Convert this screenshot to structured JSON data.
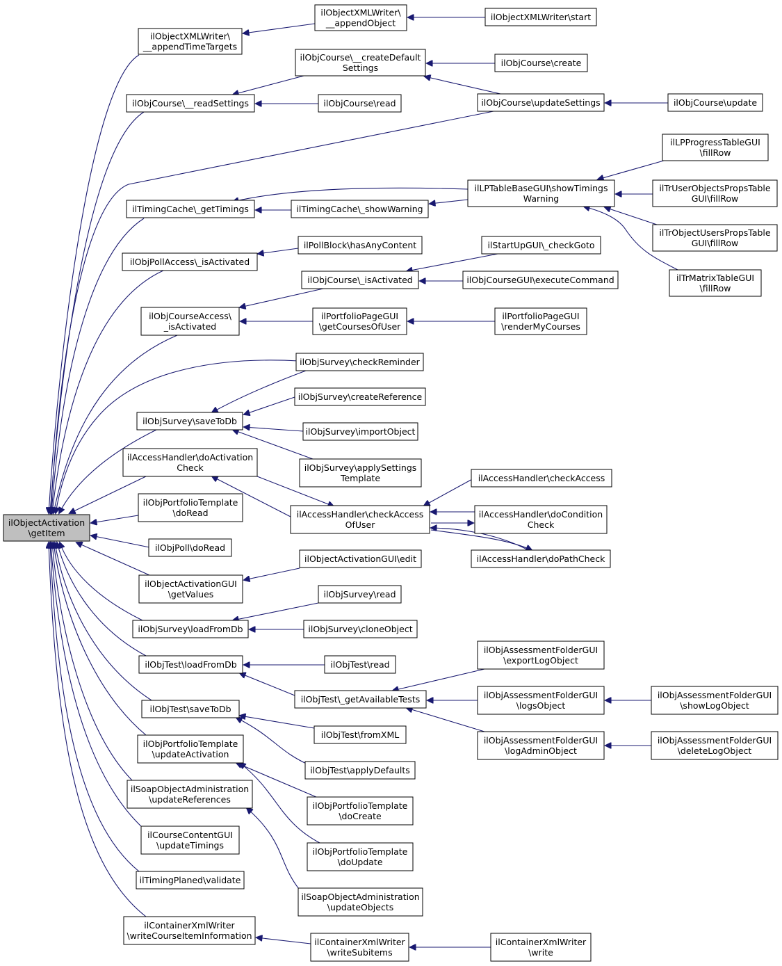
{
  "diagram": {
    "type": "call-graph",
    "colors": {
      "edge": "#191970",
      "root_fill": "#bfbfbf",
      "node_fill": "#ffffff",
      "border": "#000000"
    },
    "nodes": [
      {
        "id": "root",
        "lines": [
          "ilObjectActivation",
          "\\getItem"
        ]
      },
      {
        "id": "n_appendTimeTargets",
        "lines": [
          "ilObjectXMLWriter\\",
          "__appendTimeTargets"
        ]
      },
      {
        "id": "n_appendObject",
        "lines": [
          "ilObjectXMLWriter\\",
          "__appendObject"
        ]
      },
      {
        "id": "n_xmlwriterStart",
        "lines": [
          "ilObjectXMLWriter\\start"
        ]
      },
      {
        "id": "n_createDefaultSettings",
        "lines": [
          "ilObjCourse\\__createDefault",
          "Settings"
        ]
      },
      {
        "id": "n_courseCreate",
        "lines": [
          "ilObjCourse\\create"
        ]
      },
      {
        "id": "n_readSettings",
        "lines": [
          "ilObjCourse\\__readSettings"
        ]
      },
      {
        "id": "n_courseRead",
        "lines": [
          "ilObjCourse\\read"
        ]
      },
      {
        "id": "n_updateSettings",
        "lines": [
          "ilObjCourse\\updateSettings"
        ]
      },
      {
        "id": "n_courseUpdate",
        "lines": [
          "ilObjCourse\\update"
        ]
      },
      {
        "id": "n_lpProgress",
        "lines": [
          "ilLPProgressTableGUI",
          "\\fillRow"
        ]
      },
      {
        "id": "n_showTimingsWarning",
        "lines": [
          "ilLPTableBaseGUI\\showTimings",
          "Warning"
        ]
      },
      {
        "id": "n_trUserObjects",
        "lines": [
          "ilTrUserObjectsPropsTable",
          "GUI\\fillRow"
        ]
      },
      {
        "id": "n_getTimings",
        "lines": [
          "ilTimingCache\\_getTimings"
        ]
      },
      {
        "id": "n_showWarning",
        "lines": [
          "ilTimingCache\\_showWarning"
        ]
      },
      {
        "id": "n_trObjectUsers",
        "lines": [
          "ilTrObjectUsersPropsTable",
          "GUI\\fillRow"
        ]
      },
      {
        "id": "n_pollHasContent",
        "lines": [
          "ilPollBlock\\hasAnyContent"
        ]
      },
      {
        "id": "n_checkGoto",
        "lines": [
          "ilStartUpGUI\\_checkGoto"
        ]
      },
      {
        "id": "n_pollAccessIsActivated",
        "lines": [
          "ilObjPollAccess\\_isActivated"
        ]
      },
      {
        "id": "n_trMatrix",
        "lines": [
          "ilTrMatrixTableGUI",
          "\\fillRow"
        ]
      },
      {
        "id": "n_courseIsActivated",
        "lines": [
          "ilObjCourse\\_isActivated"
        ]
      },
      {
        "id": "n_courseGuiExecute",
        "lines": [
          "ilObjCourseGUI\\executeCommand"
        ]
      },
      {
        "id": "n_courseAccessIsActivated",
        "lines": [
          "ilObjCourseAccess\\",
          "_isActivated"
        ]
      },
      {
        "id": "n_portfolioGetCourses",
        "lines": [
          "ilPortfolioPageGUI",
          "\\getCoursesOfUser"
        ]
      },
      {
        "id": "n_portfolioRenderCourses",
        "lines": [
          "ilPortfolioPageGUI",
          "\\renderMyCourses"
        ]
      },
      {
        "id": "n_surveyCheckReminder",
        "lines": [
          "ilObjSurvey\\checkReminder"
        ]
      },
      {
        "id": "n_surveyCreateReference",
        "lines": [
          "ilObjSurvey\\createReference"
        ]
      },
      {
        "id": "n_surveySaveToDb",
        "lines": [
          "ilObjSurvey\\saveToDb"
        ]
      },
      {
        "id": "n_surveyImportObject",
        "lines": [
          "ilObjSurvey\\importObject"
        ]
      },
      {
        "id": "n_doActivationCheck",
        "lines": [
          "ilAccessHandler\\doActivation",
          "Check"
        ]
      },
      {
        "id": "n_surveyApplySettings",
        "lines": [
          "ilObjSurvey\\applySettings",
          "Template"
        ]
      },
      {
        "id": "n_checkAccess",
        "lines": [
          "ilAccessHandler\\checkAccess"
        ]
      },
      {
        "id": "n_portfolioTplDoRead",
        "lines": [
          "ilObjPortfolioTemplate",
          "\\doRead"
        ]
      },
      {
        "id": "n_checkAccessOfUser",
        "lines": [
          "ilAccessHandler\\checkAccess",
          "OfUser"
        ]
      },
      {
        "id": "n_doConditionCheck",
        "lines": [
          "ilAccessHandler\\doCondition",
          "Check"
        ]
      },
      {
        "id": "n_pollDoRead",
        "lines": [
          "ilObjPoll\\doRead"
        ]
      },
      {
        "id": "n_doPathCheck",
        "lines": [
          "ilAccessHandler\\doPathCheck"
        ]
      },
      {
        "id": "n_activationGuiEdit",
        "lines": [
          "ilObjectActivationGUI\\edit"
        ]
      },
      {
        "id": "n_activationGuiGetValues",
        "lines": [
          "ilObjectActivationGUI",
          "\\getValues"
        ]
      },
      {
        "id": "n_surveyRead",
        "lines": [
          "ilObjSurvey\\read"
        ]
      },
      {
        "id": "n_surveyLoadFromDb",
        "lines": [
          "ilObjSurvey\\loadFromDb"
        ]
      },
      {
        "id": "n_surveyCloneObject",
        "lines": [
          "ilObjSurvey\\cloneObject"
        ]
      },
      {
        "id": "n_assessExportLog",
        "lines": [
          "ilObjAssessmentFolderGUI",
          "\\exportLogObject"
        ]
      },
      {
        "id": "n_testLoadFromDb",
        "lines": [
          "ilObjTest\\loadFromDb"
        ]
      },
      {
        "id": "n_testRead",
        "lines": [
          "ilObjTest\\read"
        ]
      },
      {
        "id": "n_getAvailableTests",
        "lines": [
          "ilObjTest\\_getAvailableTests"
        ]
      },
      {
        "id": "n_assessLogsObject",
        "lines": [
          "ilObjAssessmentFolderGUI",
          "\\logsObject"
        ]
      },
      {
        "id": "n_assessShowLog",
        "lines": [
          "ilObjAssessmentFolderGUI",
          "\\showLogObject"
        ]
      },
      {
        "id": "n_testSaveToDb",
        "lines": [
          "ilObjTest\\saveToDb"
        ]
      },
      {
        "id": "n_testFromXml",
        "lines": [
          "ilObjTest\\fromXML"
        ]
      },
      {
        "id": "n_portfolioTplUpdateActivation",
        "lines": [
          "ilObjPortfolioTemplate",
          "\\updateActivation"
        ]
      },
      {
        "id": "n_assessLogAdmin",
        "lines": [
          "ilObjAssessmentFolderGUI",
          "\\logAdminObject"
        ]
      },
      {
        "id": "n_assessDeleteLog",
        "lines": [
          "ilObjAssessmentFolderGUI",
          "\\deleteLogObject"
        ]
      },
      {
        "id": "n_testApplyDefaults",
        "lines": [
          "ilObjTest\\applyDefaults"
        ]
      },
      {
        "id": "n_soapUpdateReferences",
        "lines": [
          "ilSoapObjectAdministration",
          "\\updateReferences"
        ]
      },
      {
        "id": "n_portfolioTplDoCreate",
        "lines": [
          "ilObjPortfolioTemplate",
          "\\doCreate"
        ]
      },
      {
        "id": "n_courseContentUpdateTimings",
        "lines": [
          "ilCourseContentGUI",
          "\\updateTimings"
        ]
      },
      {
        "id": "n_portfolioTplDoUpdate",
        "lines": [
          "ilObjPortfolioTemplate",
          "\\doUpdate"
        ]
      },
      {
        "id": "n_timingPlanedValidate",
        "lines": [
          "ilTimingPlaned\\validate"
        ]
      },
      {
        "id": "n_soapUpdateObjects",
        "lines": [
          "ilSoapObjectAdministration",
          "\\updateObjects"
        ]
      },
      {
        "id": "n_containerWriteCourseItem",
        "lines": [
          "ilContainerXmlWriter",
          "\\writeCourseItemInformation"
        ]
      },
      {
        "id": "n_containerWriteSubitems",
        "lines": [
          "ilContainerXmlWriter",
          "\\writeSubitems"
        ]
      },
      {
        "id": "n_containerWrite",
        "lines": [
          "ilContainerXmlWriter",
          "\\write"
        ]
      }
    ]
  }
}
